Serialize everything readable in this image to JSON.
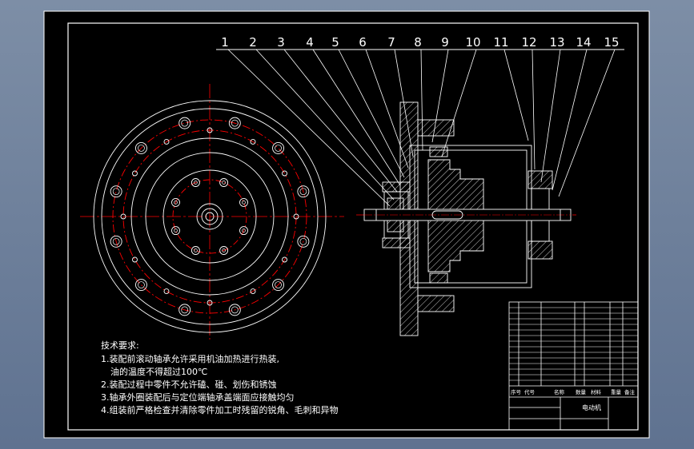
{
  "part_numbers": [
    "1",
    "2",
    "3",
    "4",
    "5",
    "6",
    "7",
    "8",
    "9",
    "10",
    "11",
    "12",
    "13",
    "14",
    "15"
  ],
  "notes": {
    "heading": "技术要求:",
    "lines": [
      "1.装配前滚动轴承允许采用机油加热进行热装,",
      "油的温度不得超过100℃",
      "2.装配过程中零件不允许磕、碰、划伤和锈蚀",
      "3.轴承外圈装配后与定位端轴承盖端面应接触均匀",
      "4.组装前严格检查并清除零件加工时残留的锐角、毛刺和异物"
    ]
  },
  "title_block": {
    "seq_header": "序号",
    "code_header": "代号",
    "name_header": "名称",
    "qty_header": "数量",
    "material_header": "材料",
    "weight_header": "重量",
    "remark_header": "备注",
    "drawing_name": "电动机"
  },
  "colors": {
    "background": "#000000",
    "line": "#ffffff",
    "centerline": "#ff0000",
    "hatch": "#ffffff"
  }
}
